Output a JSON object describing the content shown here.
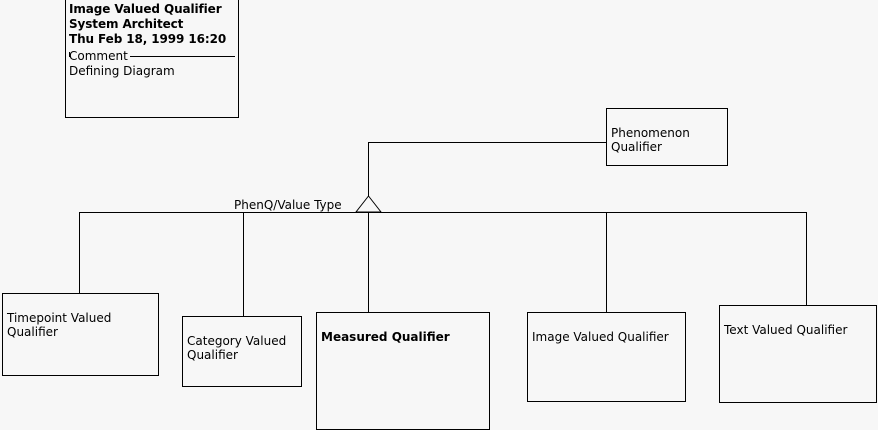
{
  "diagram": {
    "type": "uml-class-generalization",
    "background_color": "#f7f7f7",
    "line_color": "#000000",
    "text_color": "#000000"
  },
  "title_block": {
    "name": "Image Valued Qualifier",
    "tool": "System Architect",
    "timestamp": "Thu Feb 18, 1999  16:20",
    "section_legend": "Comment",
    "comment": "Defining Diagram"
  },
  "superclass": {
    "name": "Phenomenon\nQualifier"
  },
  "relationship": {
    "discriminator": "PhenQ/Value Type",
    "kind": "generalization"
  },
  "subclasses": [
    {
      "name": "Timepoint Valued\nQualifier",
      "bold": false
    },
    {
      "name": "Category Valued\nQualifier",
      "bold": false
    },
    {
      "name": "Measured Qualifier",
      "bold": true
    },
    {
      "name": "Image Valued Qualifier",
      "bold": false
    },
    {
      "name": "Text Valued Qualifier",
      "bold": false
    }
  ]
}
